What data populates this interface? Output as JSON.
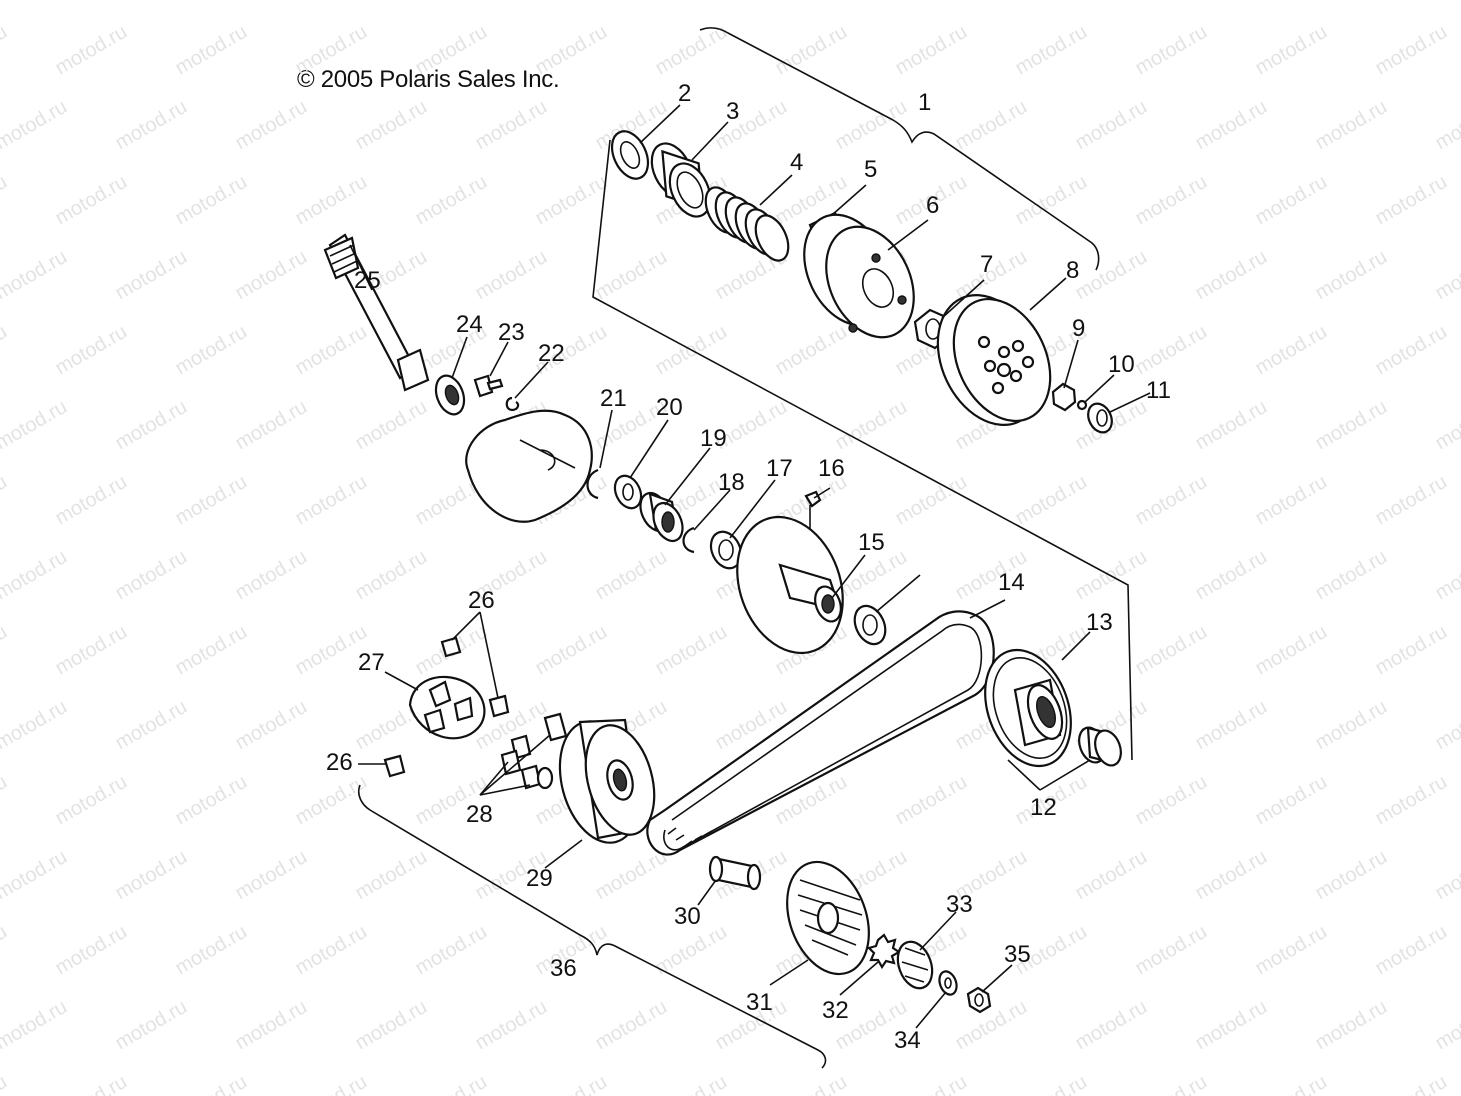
{
  "copyright": "© 2005 Polaris Sales Inc.",
  "watermark": "motod.ru",
  "callouts": {
    "p1": "1",
    "p2": "2",
    "p3": "3",
    "p4": "4",
    "p5": "5",
    "p6": "6",
    "p7": "7",
    "p8": "8",
    "p9": "9",
    "p10": "10",
    "p11": "11",
    "p12": "12",
    "p13": "13",
    "p14": "14",
    "p15": "15",
    "p16": "16",
    "p17": "17",
    "p18": "18",
    "p19": "19",
    "p20": "20",
    "p21": "21",
    "p22": "22",
    "p23": "23",
    "p24": "24",
    "p25": "25",
    "p26": "26",
    "p27": "27",
    "p28": "28",
    "p29": "29",
    "p30": "30",
    "p31": "31",
    "p32": "32",
    "p33": "33",
    "p34": "34",
    "p35": "35",
    "p36": "36"
  }
}
